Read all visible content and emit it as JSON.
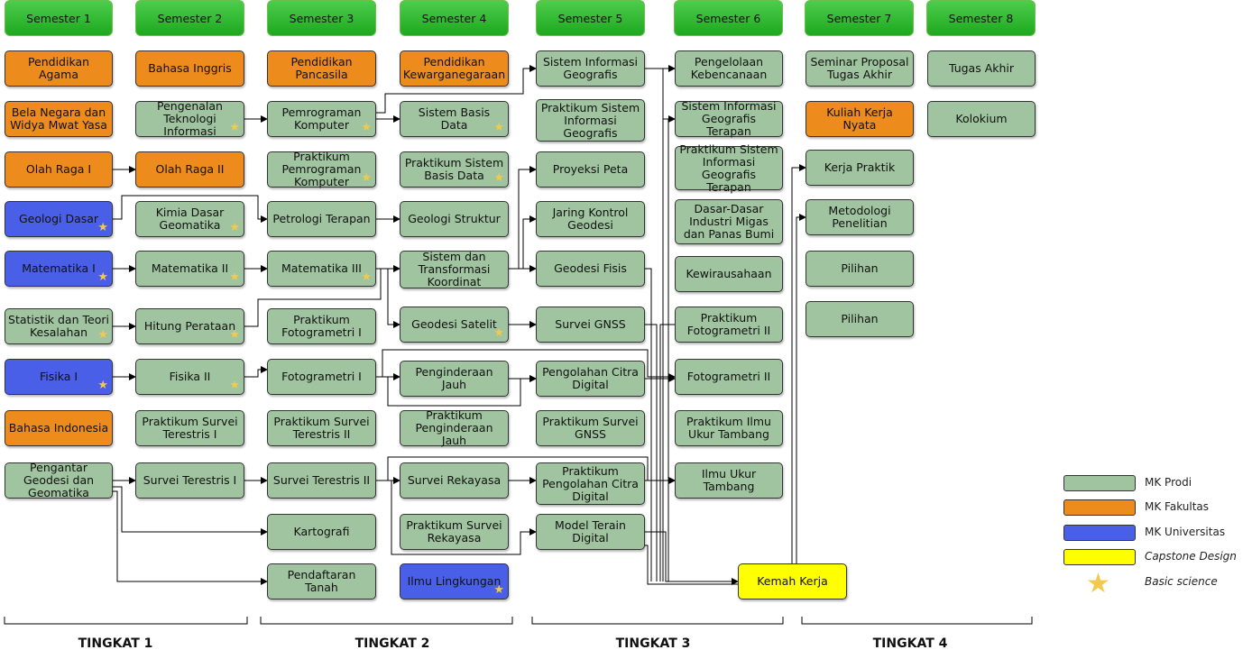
{
  "colors": {
    "prodi": "#9fc49f",
    "fakultas": "#ee8b1d",
    "universitas": "#4a5fe8",
    "capstone": "#ffff00"
  },
  "semesters": [
    "Semester 1",
    "Semester 2",
    "Semester 3",
    "Semester 4",
    "Semester 5",
    "Semester 6",
    "Semester 7",
    "Semester 8"
  ],
  "courses": {
    "pendidikan_agama": "Pendidikan Agama",
    "bela_negara": "Bela Negara dan Widya Mwat Yasa",
    "olah_raga_1": "Olah Raga I",
    "geologi_dasar": "Geologi Dasar",
    "matematika_1": "Matematika I",
    "statistik": "Statistik dan Teori Kesalahan",
    "fisika_1": "Fisika I",
    "bahasa_indonesia": "Bahasa Indonesia",
    "pengantar_geodesi": "Pengantar Geodesi dan Geomatika",
    "bahasa_inggris": "Bahasa Inggris",
    "pti": "Pengenalan Teknologi Informasi",
    "olah_raga_2": "Olah Raga II",
    "kimia_dasar": "Kimia Dasar Geomatika",
    "matematika_2": "Matematika II",
    "hitung_perataan": "Hitung Perataan",
    "fisika_2": "Fisika II",
    "praktikum_st1": "Praktikum Survei Terestris I",
    "survei_terestris_1": "Survei Terestris I",
    "pendidikan_pancasila": "Pendidikan Pancasila",
    "pemrograman": "Pemrograman Komputer",
    "praktikum_pemrograman": "Praktikum Pemrograman Komputer",
    "petrologi": "Petrologi Terapan",
    "matematika_3": "Matematika III",
    "praktikum_fotogrametri_1": "Praktikum Fotogrametri I",
    "fotogrametri_1": "Fotogrametri I",
    "praktikum_st2": "Praktikum Survei Terestris II",
    "survei_terestris_2": "Survei Terestris II",
    "kartografi": "Kartografi",
    "pendaftaran_tanah": "Pendaftaran Tanah",
    "pendidikan_kewarganegaraan": "Pendidikan Kewarganegaraan",
    "sistem_basis_data": "Sistem Basis Data",
    "praktikum_sbd": "Praktikum Sistem Basis Data",
    "geologi_struktur": "Geologi Struktur",
    "stk": "Sistem dan Transformasi Koordinat",
    "geodesi_satelit": "Geodesi Satelit",
    "penginderaan_jauh": "Penginderaan Jauh",
    "praktikum_pj": "Praktikum Penginderaan Jauh",
    "survei_rekayasa": "Survei Rekayasa",
    "praktikum_sr": "Praktikum Survei Rekayasa",
    "ilmu_lingkungan": "Ilmu Lingkungan",
    "sig": "Sistem Informasi Geografis",
    "praktikum_sig": "Praktikum Sistem Informasi Geografis",
    "proyeksi_peta": "Proyeksi Peta",
    "jaring_kontrol": "Jaring Kontrol Geodesi",
    "geodesi_fisis": "Geodesi Fisis",
    "survei_gnss": "Survei GNSS",
    "pengolahan_citra": "Pengolahan Citra Digital",
    "praktikum_gnss": "Praktikum Survei GNSS",
    "praktikum_pcd": "Praktikum Pengolahan Citra Digital",
    "model_terrain": "Model Terain Digital",
    "pengelolaan_kebencanaan": "Pengelolaan Kebencanaan",
    "sig_terapan": "Sistem Informasi Geografis Terapan",
    "praktikum_sig_terapan": "Praktikum Sistem Informasi Geografis Terapan",
    "migas": "Dasar-Dasar Industri Migas dan Panas Bumi",
    "kewirausahaan": "Kewirausahaan",
    "praktikum_fotogrametri_2": "Praktikum Fotogrametri II",
    "fotogrametri_2": "Fotogrametri II",
    "praktikum_iut": "Praktikum Ilmu Ukur Tambang",
    "ilmu_ukur_tambang": "Ilmu Ukur Tambang",
    "seminar_proposal": "Seminar Proposal Tugas Akhir",
    "kkn": "Kuliah Kerja Nyata",
    "kerja_praktik": "Kerja Praktik",
    "metodologi": "Metodologi Penelitian",
    "pilihan_1": "Pilihan",
    "pilihan_2": "Pilihan",
    "kemah_kerja": "Kemah Kerja",
    "tugas_akhir": "Tugas Akhir",
    "kolokium": "Kolokium"
  },
  "legend": {
    "prodi": "MK Prodi",
    "fakultas": "MK Fakultas",
    "universitas": "MK Universitas",
    "capstone": "Capstone Design",
    "basic_science": "Basic science"
  },
  "tingkat": [
    "TINGKAT 1",
    "TINGKAT 2",
    "TINGKAT 3",
    "TINGKAT 4"
  ]
}
